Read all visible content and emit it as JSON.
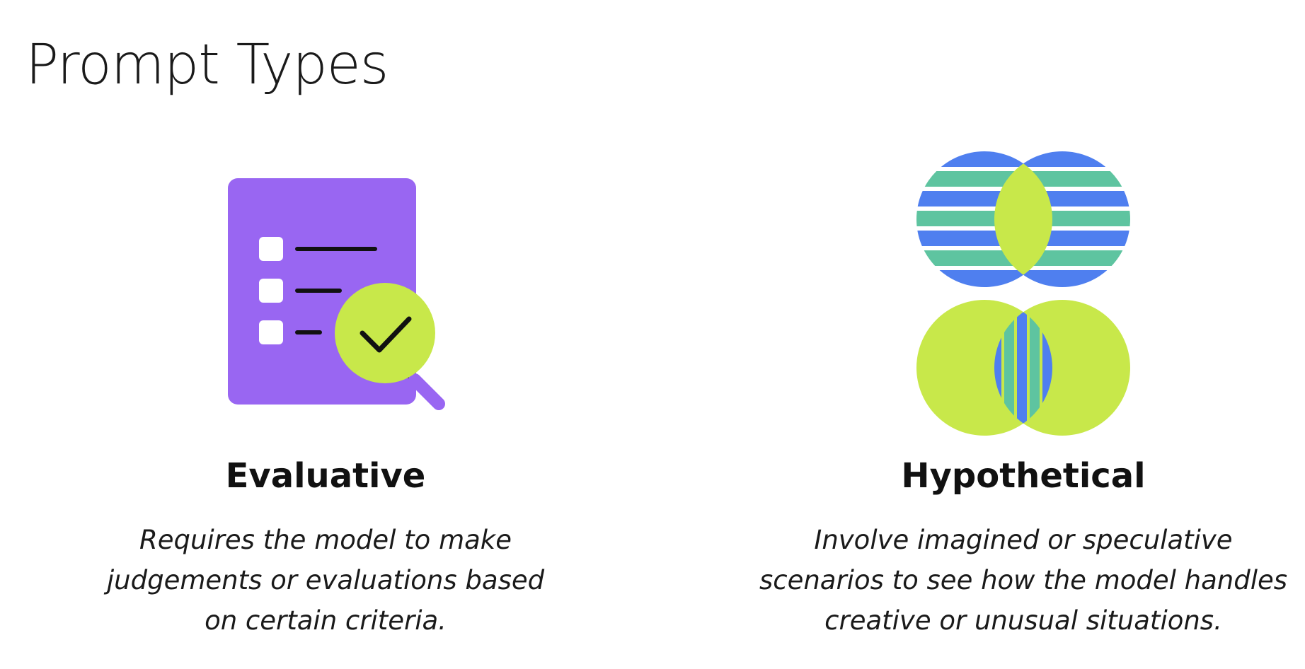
{
  "page": {
    "title": "Prompt Types"
  },
  "colors": {
    "purple": "#9966f2",
    "lime": "#c8e84a",
    "blue": "#4f7fef",
    "green": "#5ec4a0",
    "text": "#111111"
  },
  "cards": [
    {
      "icon": "checklist-magnifier-icon",
      "heading": "Evaluative",
      "description": [
        "Requires the model to make",
        "judgements or evaluations based",
        "on certain criteria."
      ]
    },
    {
      "icon": "striped-venn-circles-icon",
      "heading": "Hypothetical",
      "description": [
        "Involve imagined or speculative",
        "scenarios to see how the model handles",
        "creative or unusual situations."
      ]
    }
  ]
}
